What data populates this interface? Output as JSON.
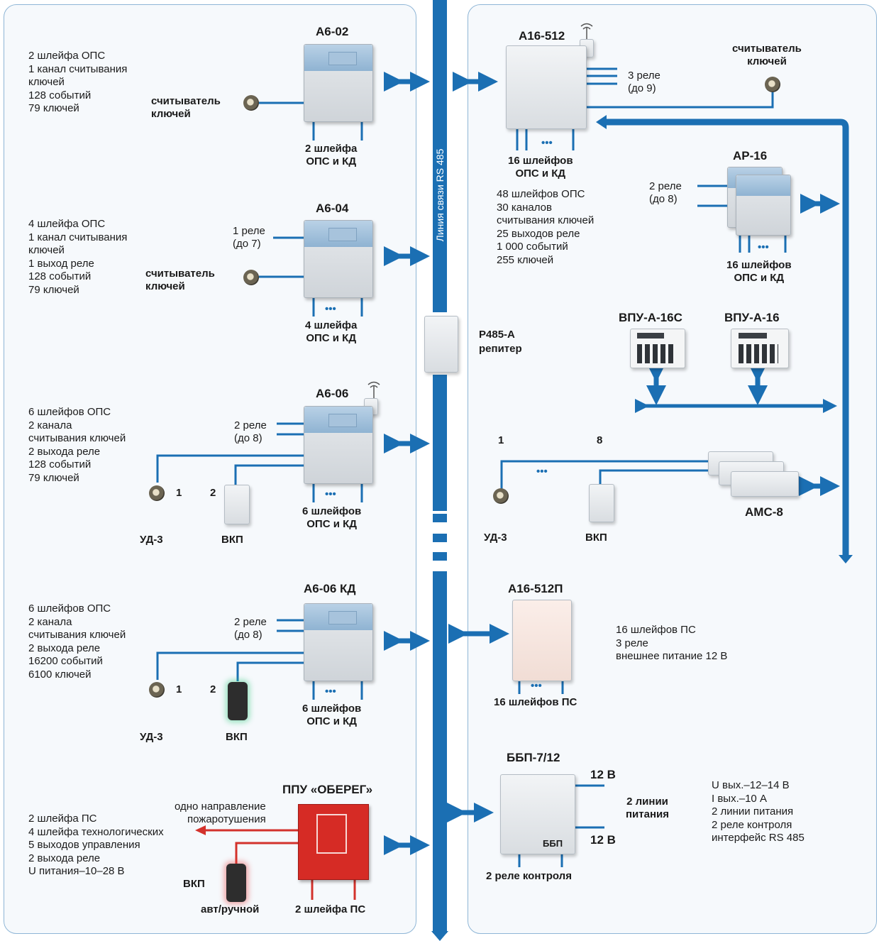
{
  "bus": {
    "label": "Линия связи RS 485"
  },
  "colors": {
    "bus": "#1b6fb3",
    "wire": "#1b6fb3",
    "panel_border": "#8fb6d6",
    "ppu": "#d62b25",
    "arrow_red": "#d3322c"
  },
  "a602": {
    "title": "А6-02",
    "spec": [
      "2 шлейфа ОПС",
      "1 канал считывания",
      "ключей",
      "128 событий",
      "79 ключей"
    ],
    "reader": "считыватель\nключей",
    "loops": "2 шлейфа\nОПС и КД"
  },
  "a604": {
    "title": "А6-04",
    "spec": [
      "4 шлейфа ОПС",
      "1 канал считывания",
      "ключей",
      "1 выход реле",
      "128 событий",
      "79 ключей"
    ],
    "relay": "1 реле\n(до 7)",
    "reader": "считыватель\nключей",
    "loops": "4 шлейфа\nОПС и КД",
    "dots": "•••"
  },
  "a606": {
    "title": "А6-06",
    "spec": [
      "6 шлейфов ОПС",
      "2 канала",
      "считывания ключей",
      "2 выхода реле",
      "128 событий",
      "79 ключей"
    ],
    "relay": "2 реле\n(до 8)",
    "n1": "1",
    "n2": "2",
    "ud": "УД-3",
    "vkp": "ВКП",
    "loops": "6 шлейфов\nОПС и КД",
    "dots": "•••"
  },
  "a606kd": {
    "title": "А6-06 КД",
    "spec": [
      "6 шлейфов ОПС",
      "2 канала",
      "считывания ключей",
      "2 выхода реле",
      "16200 событий",
      "6100 ключей"
    ],
    "relay": "2 реле\n(до 8)",
    "n1": "1",
    "n2": "2",
    "ud": "УД-3",
    "vkp": "ВКП",
    "loops": "6 шлейфов\nОПС и КД",
    "dots": "•••"
  },
  "ppu": {
    "title": "ППУ «ОБЕРЕГ»",
    "direction": "одно направление\nпожаротушения",
    "spec": [
      "2 шлейфа ПС",
      "4 шлейфа технологических",
      "5 выходов управления",
      "2 выхода реле",
      "U питания–10–28 В"
    ],
    "vkp": "ВКП",
    "mode": "авт/ручной",
    "loops": "2 шлейфа ПС"
  },
  "a16512": {
    "title": "А16-512",
    "relay": "3 реле\n(до 9)",
    "reader": "считыватель\nключей",
    "loops": "16 шлейфов\nОПС и КД",
    "dots": "•••",
    "spec": [
      "48 шлейфов ОПС",
      "30 каналов",
      "считывания ключей",
      "25 выходов реле",
      "1 000 событий",
      "255 ключей"
    ]
  },
  "ar16": {
    "title": "АР-16",
    "relay": "2 реле\n(до 8)",
    "loops": "16 шлейфов\nОПС и КД",
    "dots": "•••"
  },
  "repeater": {
    "title": "Р485-А",
    "subtitle": "репитер"
  },
  "vpu16c": {
    "title": "ВПУ-А-16С"
  },
  "vpu16": {
    "title": "ВПУ-А-16"
  },
  "ams8": {
    "title": "АМС-8",
    "n1": "1",
    "n8": "8",
    "dots": "•••",
    "ud": "УД-3",
    "vkp": "ВКП"
  },
  "a16512p": {
    "title": "А16-512П",
    "spec": [
      "16 шлейфов ПС",
      "3 реле",
      "внешнее питание 12 В"
    ],
    "loops": "16 шлейфов ПС",
    "dots": "•••"
  },
  "bbp": {
    "title": "ББП-7/12",
    "v1": "12 В",
    "v2": "12 В",
    "lines": "2 линии\nпитания",
    "label": "ББП",
    "relay": "2 реле контроля",
    "spec": [
      "U вых.–12–14 В",
      "I вых.–10 А",
      "2 линии питания",
      "2 реле контроля",
      "интерфейс RS 485"
    ]
  }
}
